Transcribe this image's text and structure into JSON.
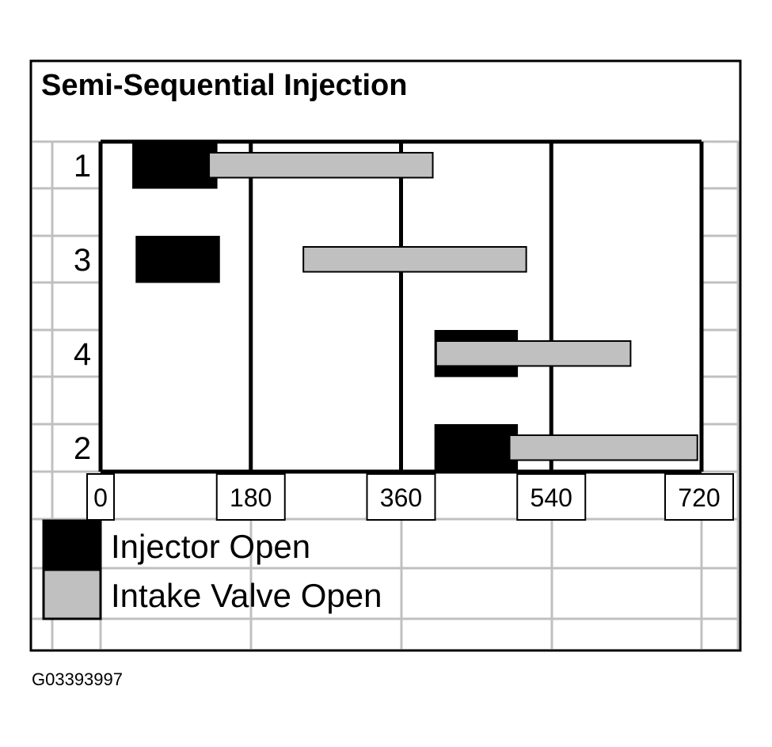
{
  "title": "Semi-Sequential Injection",
  "caption": "G03393997",
  "colors": {
    "injector": "#000000",
    "intake": "#c0c0c0",
    "grid": "#c0c0c0",
    "frame": "#000000"
  },
  "chart_data": {
    "type": "bar",
    "orientation": "horizontal",
    "x_unit_ticks": [
      0,
      180,
      360,
      540,
      720
    ],
    "xlim": [
      0,
      720
    ],
    "rows": [
      "1",
      "3",
      "4",
      "2"
    ],
    "series": [
      {
        "name": "Injector Open",
        "color": "#000000",
        "segments": [
          {
            "row": "1",
            "start": 38,
            "end": 140
          },
          {
            "row": "3",
            "start": 42,
            "end": 143
          },
          {
            "row": "4",
            "start": 400,
            "end": 500
          },
          {
            "row": "2",
            "start": 400,
            "end": 500
          }
        ]
      },
      {
        "name": "Intake Valve Open",
        "color": "#c0c0c0",
        "segments": [
          {
            "row": "1",
            "start": 130,
            "end": 398
          },
          {
            "row": "3",
            "start": 243,
            "end": 510
          },
          {
            "row": "4",
            "start": 402,
            "end": 635
          },
          {
            "row": "2",
            "start": 490,
            "end": 715
          }
        ]
      }
    ],
    "legend": [
      "Injector Open",
      "Intake Valve Open"
    ]
  }
}
